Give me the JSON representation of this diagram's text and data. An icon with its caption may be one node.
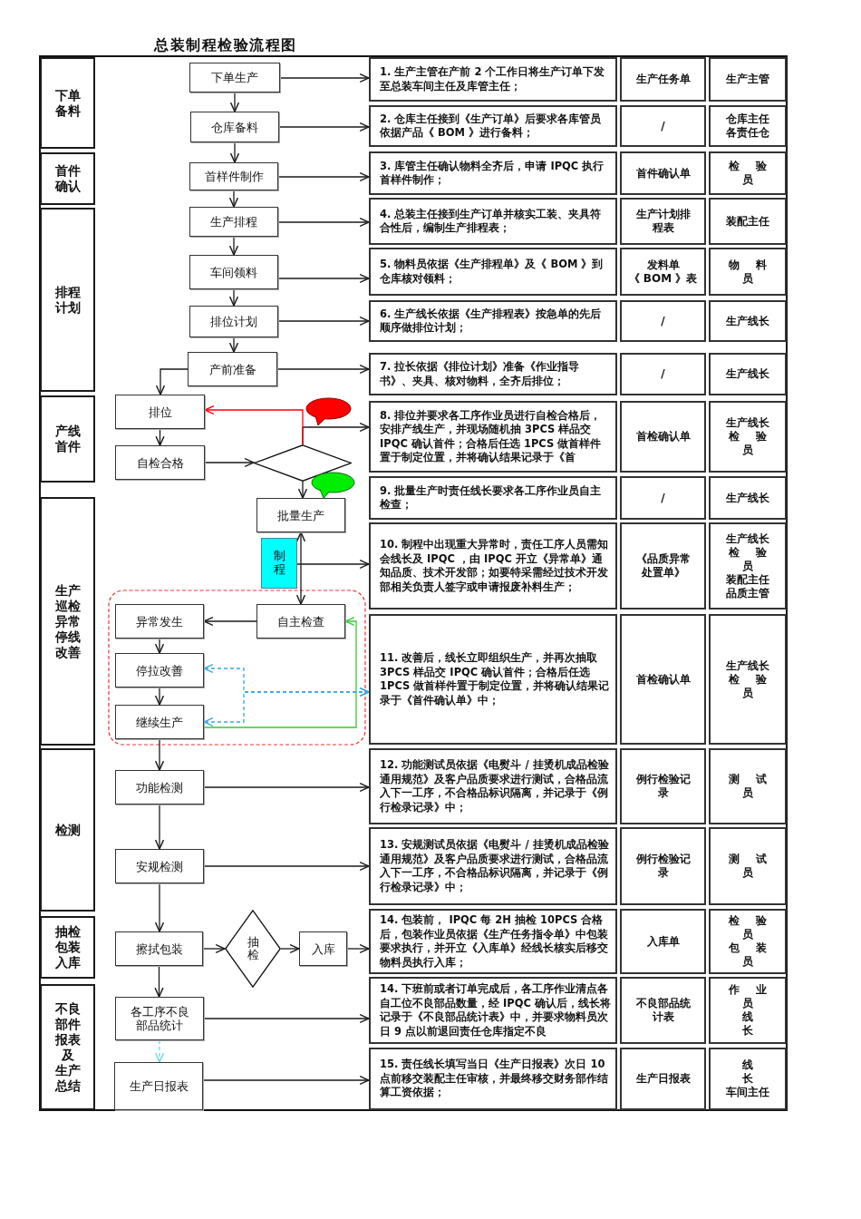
{
  "diagram": {
    "title": "总装制程检验流程图",
    "nodes": [
      {
        "text": [
          "下单备料"
        ]
      },
      {
        "text": [
          "首件确认"
        ]
      },
      {
        "text": [
          "排程计划"
        ]
      },
      {
        "text": [
          "产线首件"
        ]
      },
      {
        "text": [
          "生产巡检异常停线改善"
        ]
      },
      {
        "text": [
          "检测"
        ]
      },
      {
        "text": [
          "抽检包装入库"
        ]
      },
      {
        "text": [
          "不良部件报表及生产总结"
        ]
      },
      {
        "text": [
          "下单生产"
        ]
      },
      {
        "text": [
          "仓库备料"
        ]
      },
      {
        "text": [
          "首样件制作"
        ]
      },
      {
        "text": [
          "生产排程"
        ]
      },
      {
        "text": [
          "车间领料"
        ]
      },
      {
        "text": [
          "排位计划"
        ]
      },
      {
        "text": [
          "产前准备"
        ]
      },
      {
        "text": [
          "排位"
        ]
      },
      {
        "text": [
          "自检合格"
        ]
      },
      {
        "text": [],
        "shape": "diamond"
      },
      {
        "text": [
          "批量生产"
        ]
      },
      {
        "text": [
          "制程"
        ]
      },
      {
        "text": [
          "异常发生"
        ]
      },
      {
        "text": [
          "自主检查"
        ]
      },
      {
        "text": [
          "停拉改善"
        ]
      },
      {
        "text": [
          "继续生产"
        ]
      },
      {
        "text": [
          "功能检测"
        ]
      },
      {
        "text": [
          "安规检测"
        ]
      },
      {
        "text": [
          "擦拭包装"
        ]
      },
      {
        "text": [
          "抽检"
        ]
      },
      {
        "text": [
          "入库"
        ]
      },
      {
        "text": [
          "各工序不良部品统计"
        ]
      },
      {
        "text": [
          "生产日报表"
        ]
      },
      {
        "text": [
          "1. 生产主管在产前 2 个工作日将生产订单下发至总装车间主任及库管主任；"
        ]
      },
      {
        "text": [
          "生产任务单"
        ]
      },
      {
        "text": [
          "生产主管"
        ]
      },
      {
        "text": [
          "2. 仓库主任接到《生产订单》后要求各库管员依据产品《 BOM 》进行备料；"
        ]
      },
      {
        "text": [
          "/"
        ]
      },
      {
        "text": [
          "仓库主任",
          "各责任仓"
        ]
      },
      {
        "text": [
          "3. 库管主任确认物料全齐后，申请 IPQC 执行首样件制作；"
        ]
      },
      {
        "text": [
          "首件确认单"
        ]
      },
      {
        "text": [
          "检 验员"
        ]
      },
      {
        "text": [
          "4. 总装主任接到生产订单并核实工装、夹具符合性后，编制生产排程表；"
        ]
      },
      {
        "text": [
          "生产计划排程表"
        ]
      },
      {
        "text": [
          "装配主任"
        ]
      },
      {
        "text": [
          "5. 物料员依据《生产排程单》及《 BOM 》到仓库核对领料；"
        ]
      },
      {
        "text": [
          "发料单",
          "《 BOM 》表"
        ]
      },
      {
        "text": [
          "物 料员"
        ]
      },
      {
        "text": [
          "6. 生产线长依据《生产排程表》按急单的先后顺序做排位计划；"
        ]
      },
      {
        "text": [
          "/"
        ]
      },
      {
        "text": [
          "生产线长"
        ]
      },
      {
        "text": [
          "7. 拉长依据《排位计划》准备《作业指导书》、夹具、核对物料，全齐后排位；"
        ]
      },
      {
        "text": [
          "/"
        ]
      },
      {
        "text": [
          "生产线长"
        ]
      },
      {
        "text": [
          "8. 排位并要求各工序作业员进行自检合格后，安排产线生产，并现场随机抽 3PCS 样品交 IPQC 确认首件；合格后任选 1PCS 做首样件置于制定位置，并将确认结果记录于《首"
        ]
      },
      {
        "text": [
          "首检确认单"
        ]
      },
      {
        "text": [
          "生产线长",
          "检 验员"
        ]
      },
      {
        "text": [
          "9. 批量生产时责任线长要求各工序作业员自主检查；"
        ]
      },
      {
        "text": [
          "/"
        ]
      },
      {
        "text": [
          "生产线长"
        ]
      },
      {
        "text": [
          "10. 制程中出现重大异常时，责任工序人员需知会线长及 IPQC ，由 IPQC 开立《异常单》通知品质、技术开发部；如要特采需经过技术开发部相关负责人签字或申请报废补料生产；"
        ]
      },
      {
        "text": [
          "《品质异常处置单》"
        ]
      },
      {
        "text": [
          "生产线长",
          "检 验员",
          "装配主任",
          "品质主管"
        ]
      },
      {
        "text": [
          "11. 改善后，线长立即组织生产，并再次抽取 3PCS 样品交 IPQC 确认首件；合格后任选 1PCS 做首样件置于制定位置，并将确认结果记录于《首件确认单》中；"
        ]
      },
      {
        "text": [
          "首检确认单"
        ]
      },
      {
        "text": [
          "生产线长",
          "检 验员"
        ]
      },
      {
        "text": [
          "12. 功能测试员依据《电熨斗 / 挂烫机成品检验通用规范》及客户品质要求进行测试，合格品流入下一工序，不合格品标识隔离，并记录于《例行检录记录》中；"
        ]
      },
      {
        "text": [
          "例行检验记录"
        ]
      },
      {
        "text": [
          "测 试员"
        ]
      },
      {
        "text": [
          "13. 安规测试员依据《电熨斗 / 挂烫机成品检验通用规范》及客户品质要求进行测试，合格品流入下一工序，不合格品标识隔离，并记录于《例行检录记录》中；"
        ]
      },
      {
        "text": [
          "例行检验记录"
        ]
      },
      {
        "text": [
          "测 试员"
        ]
      },
      {
        "text": [
          "14. 包装前， IPQC 每 2H 抽检 10PCS 合格后，包装作业员依据《生产任务指令单》中包装要求执行，并开立《入库单》经线长核实后移交物料员执行入库；"
        ]
      },
      {
        "text": [
          "入库单"
        ]
      },
      {
        "text": [
          "检 验员",
          "包 装员"
        ]
      },
      {
        "text": [
          "14. 下班前或者订单完成后，各工序作业清点各自工位不良部品数量，经 IPQC 确认后，线长将记录于《不良部品统计表》中，并要求物料员次日 9 点以前退回责任仓库指定不良"
        ]
      },
      {
        "text": [
          "不良部品统计表"
        ]
      },
      {
        "text": [
          "作 业员",
          "线长"
        ]
      },
      {
        "text": [
          "15. 责任线长填写当日《生产日报表》次日 10 点前移交装配主任审核，并最终移交财务部作结算工资依据；"
        ]
      },
      {
        "text": [
          "生产日报表"
        ]
      },
      {
        "text": [
          "线长",
          "车间主任"
        ]
      }
    ],
    "edges": [
      {
        "from": 8,
        "to": 9,
        "arrow": "to"
      },
      {
        "from": 9,
        "to": 10,
        "arrow": "to"
      },
      {
        "from": 10,
        "to": 11,
        "arrow": "to"
      },
      {
        "from": 11,
        "to": 12,
        "arrow": "to"
      },
      {
        "from": 12,
        "to": 13,
        "arrow": "to"
      },
      {
        "from": 13,
        "to": 14,
        "arrow": "to"
      },
      {
        "from": 14,
        "to": 15,
        "arrow": "to"
      },
      {
        "from": 15,
        "to": 16,
        "arrow": "to"
      },
      {
        "from": 16,
        "to": 17,
        "arrow": "to"
      },
      {
        "from": 17,
        "to": 15,
        "arrow": "to",
        "color": "#ff0000"
      },
      {
        "from": 17,
        "to": 52,
        "arrow": "to"
      },
      {
        "from": 17,
        "to": 18,
        "arrow": "to"
      },
      {
        "from": 18,
        "to": 21,
        "arrow": "both"
      },
      {
        "from": 19,
        "to": 58,
        "arrow": "to"
      },
      {
        "from": 21,
        "to": 20,
        "arrow": "to"
      },
      {
        "from": 20,
        "to": 22,
        "arrow": "to"
      },
      {
        "from": 22,
        "to": 23,
        "arrow": "to"
      },
      {
        "from": 23,
        "to": 21,
        "arrow": "to",
        "color": "#33cc33"
      },
      {
        "from": 61,
        "to": 22,
        "arrow": "both",
        "style": "dashed",
        "color": "#33aadd"
      },
      {
        "from": 61,
        "to": 23,
        "arrow": "both",
        "style": "dashed",
        "color": "#33aadd"
      },
      {
        "from": 23,
        "to": 24,
        "arrow": "to"
      },
      {
        "from": 24,
        "to": 25,
        "arrow": "to"
      },
      {
        "from": 25,
        "to": 26,
        "arrow": "to"
      },
      {
        "from": 26,
        "to": 27,
        "arrow": "to"
      },
      {
        "from": 27,
        "to": 28,
        "arrow": "to"
      },
      {
        "from": 26,
        "to": 29,
        "arrow": "to"
      },
      {
        "from": 29,
        "to": 30,
        "arrow": "to",
        "style": "dashed",
        "color": "#66dde8"
      },
      {
        "from": 8,
        "to": 31,
        "arrow": "to"
      },
      {
        "from": 9,
        "to": 34,
        "arrow": "to"
      },
      {
        "from": 10,
        "to": 37,
        "arrow": "to"
      },
      {
        "from": 11,
        "to": 40,
        "arrow": "to"
      },
      {
        "from": 12,
        "to": 43,
        "arrow": "to"
      },
      {
        "from": 13,
        "to": 46,
        "arrow": "to"
      },
      {
        "from": 14,
        "to": 49,
        "arrow": "to"
      },
      {
        "from": 24,
        "to": 64,
        "arrow": "to"
      },
      {
        "from": 25,
        "to": 67,
        "arrow": "to"
      },
      {
        "from": 28,
        "to": 70,
        "arrow": "to"
      },
      {
        "from": 29,
        "to": 73,
        "arrow": "to"
      },
      {
        "from": 30,
        "to": 76,
        "arrow": "to"
      }
    ]
  }
}
